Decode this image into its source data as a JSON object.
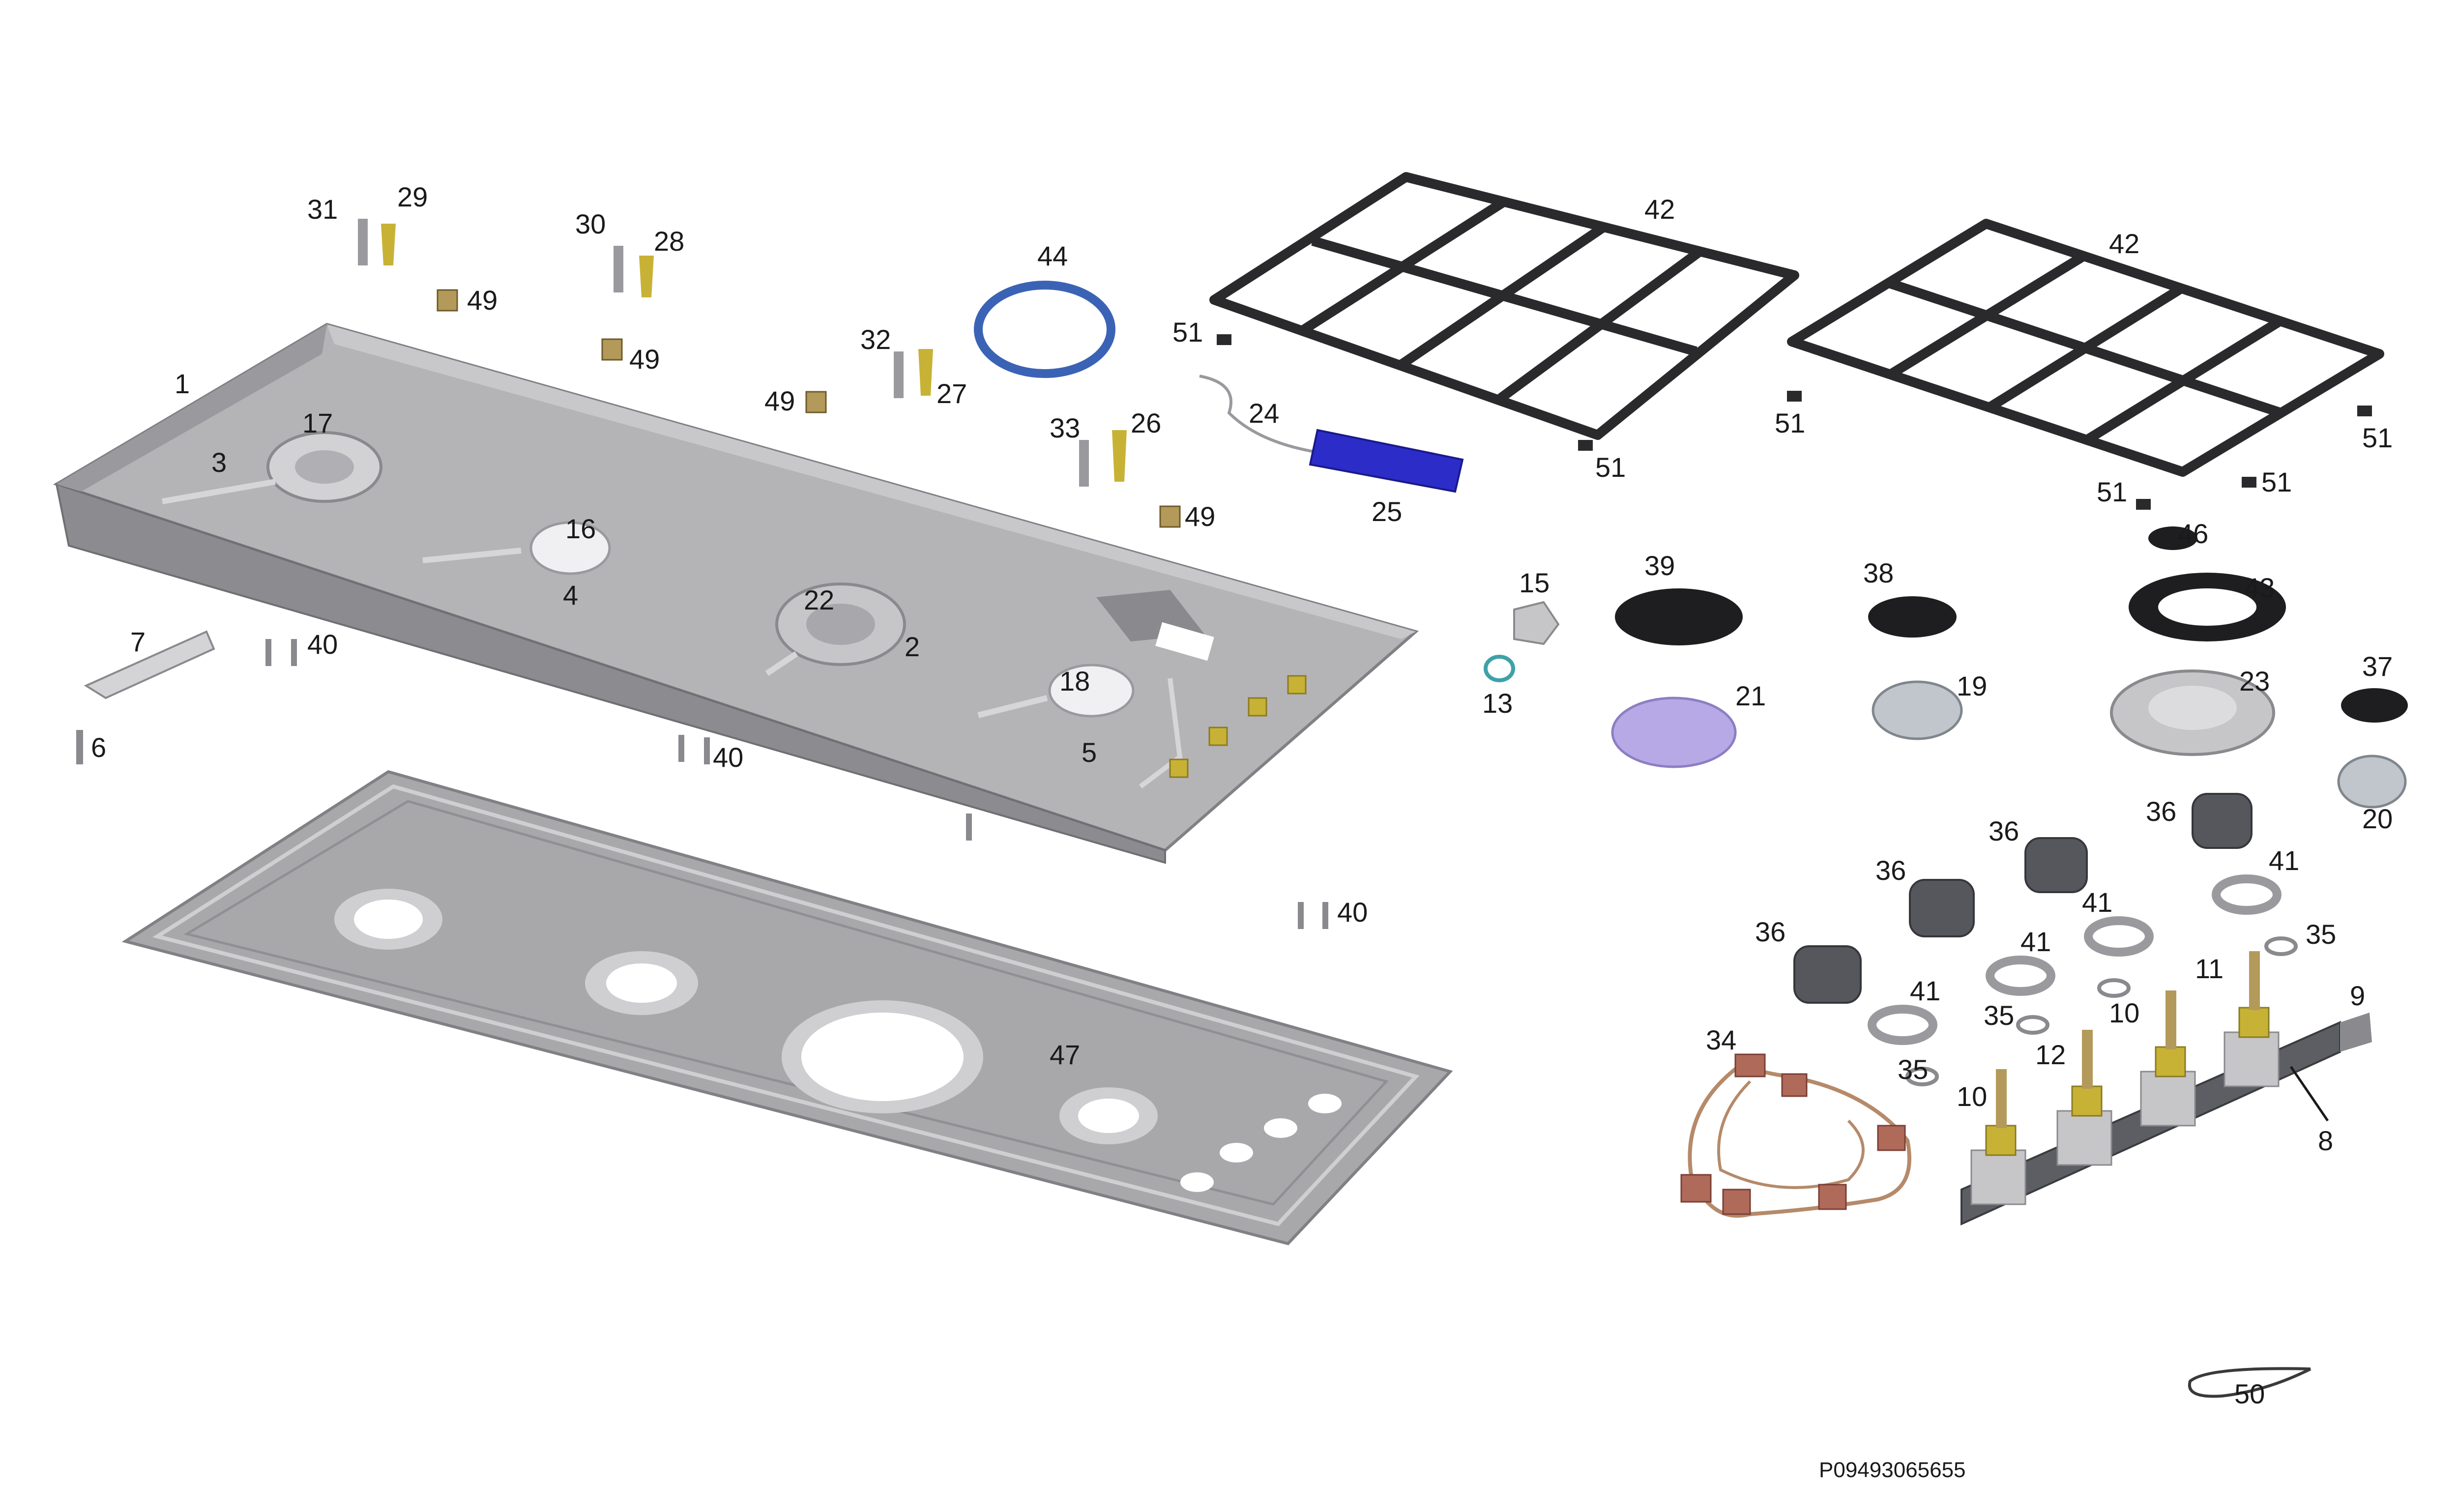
{
  "diagram": {
    "drawing_code": "P09493065655",
    "colors": {
      "metal": "#a8a8ab",
      "metal_dark": "#808085",
      "metal_light": "#cfcfd2",
      "grate": "#2a2a2d",
      "cap": "#1e1e20",
      "knob": "#55575c",
      "brass": "#c8b236",
      "blue_module": "#2c2cc8",
      "seal_ring": "#3b63b5",
      "burner_lilac": "#b7a9e6",
      "wire": "#b58a6a",
      "wire_connector": "#b06a5a"
    },
    "labels": {
      "p1": "1",
      "p2": "2",
      "p3": "3",
      "p4": "4",
      "p5": "5",
      "p6": "6",
      "p7": "7",
      "p8": "8",
      "p9": "9",
      "p10a": "10",
      "p10b": "10",
      "p11": "11",
      "p12": "12",
      "p13": "13",
      "p15": "15",
      "p16": "16",
      "p17": "17",
      "p18": "18",
      "p19": "19",
      "p20": "20",
      "p21": "21",
      "p22": "22",
      "p23": "23",
      "p24": "24",
      "p25": "25",
      "p26": "26",
      "p27": "27",
      "p28": "28",
      "p29": "29",
      "p30": "30",
      "p31": "31",
      "p32": "32",
      "p33": "33",
      "p34": "34",
      "p35a": "35",
      "p35b": "35",
      "p35c": "35",
      "p36a": "36",
      "p36b": "36",
      "p36c": "36",
      "p36d": "36",
      "p37": "37",
      "p38": "38",
      "p39": "39",
      "p40a": "40",
      "p40b": "40",
      "p40c": "40",
      "p41a": "41",
      "p41b": "41",
      "p41c": "41",
      "p41d": "41",
      "p42a": "42",
      "p42b": "42",
      "p43": "43",
      "p44": "44",
      "p46": "46",
      "p47": "47",
      "p49a": "49",
      "p49b": "49",
      "p49c": "49",
      "p49d": "49",
      "p50": "50",
      "p51a": "51",
      "p51b": "51",
      "p51c": "51",
      "p51d": "51",
      "p51e": "51",
      "p51f": "51"
    }
  }
}
